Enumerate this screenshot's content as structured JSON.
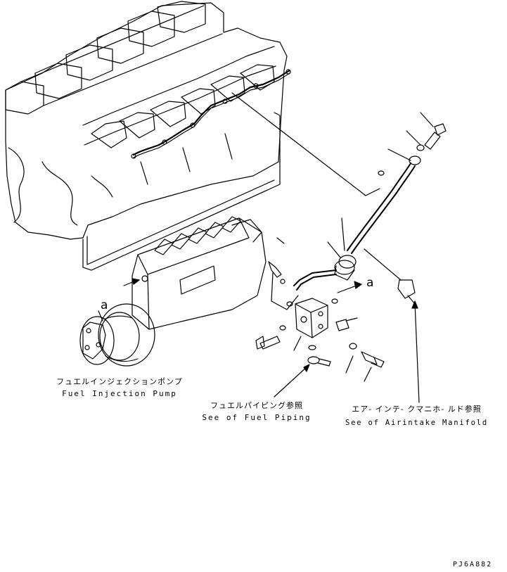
{
  "labels": {
    "injection_pump": {
      "jp": "フュエルインジェクションポンプ",
      "en": "Fuel Injection Pump"
    },
    "fuel_piping": {
      "jp": "フュエルパイピング参照",
      "en": "See of Fuel Piping"
    },
    "air_intake": {
      "jp": "エア- インテ- クマニホ- ルド参照",
      "en": "See of Airintake Manifold"
    }
  },
  "ref_marks": {
    "a_left": "a",
    "a_right": "a"
  },
  "drawing_code": "PJ6A882"
}
